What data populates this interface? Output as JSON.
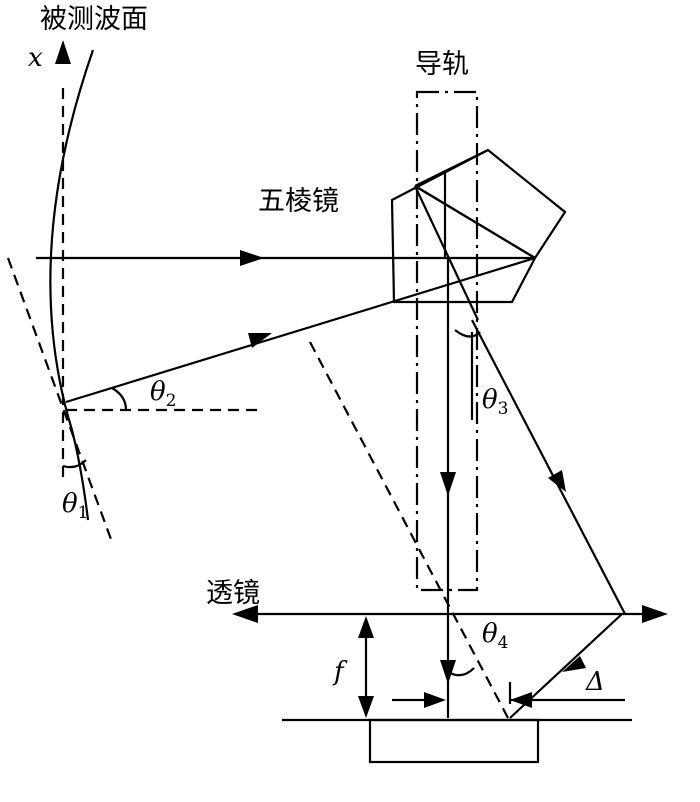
{
  "labels": {
    "wavefront": "被测波面",
    "x_axis": "x",
    "guide_rail": "导轨",
    "pentaprism": "五棱镜",
    "lens": "透镜",
    "focal": "f",
    "delta": "Δ"
  },
  "angles": {
    "theta1": {
      "symbol": "θ",
      "sub": "1"
    },
    "theta2": {
      "symbol": "θ",
      "sub": "2"
    },
    "theta3": {
      "symbol": "θ",
      "sub": "3"
    },
    "theta4": {
      "symbol": "θ",
      "sub": "4"
    }
  }
}
